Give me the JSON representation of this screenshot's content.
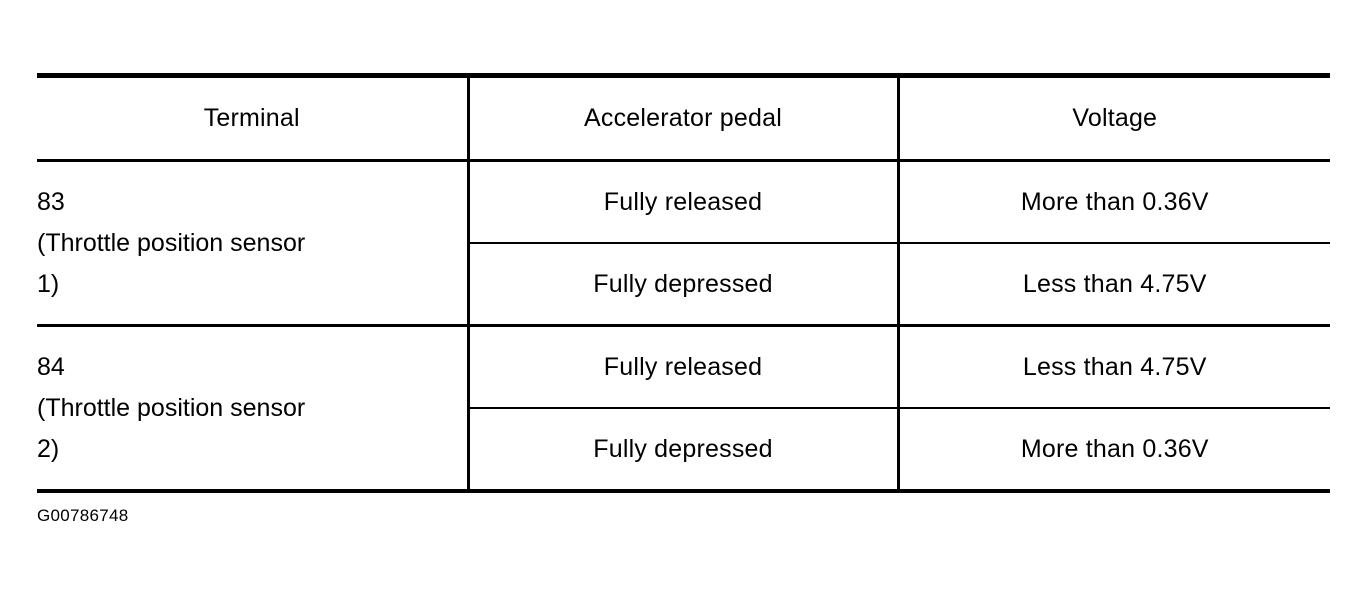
{
  "document": {
    "type": "service-manual-specification-table",
    "caption": "G00786748"
  },
  "table": {
    "columns": [
      {
        "key": "terminal",
        "header": "Terminal",
        "align": "left"
      },
      {
        "key": "pedal",
        "header": "Accelerator pedal",
        "align": "center"
      },
      {
        "key": "voltage",
        "header": "Voltage",
        "align": "center"
      }
    ],
    "groups": [
      {
        "terminal_lines": [
          "83",
          "(Throttle position sensor",
          "1)"
        ],
        "terminal_text": "83 (Throttle position sensor 1)",
        "rows": [
          {
            "pedal": "Fully released",
            "voltage": "More than 0.36V"
          },
          {
            "pedal": "Fully depressed",
            "voltage": "Less than 4.75V"
          }
        ]
      },
      {
        "terminal_lines": [
          "84",
          "(Throttle position sensor",
          "2)"
        ],
        "terminal_text": "84 (Throttle position sensor 2)",
        "rows": [
          {
            "pedal": "Fully released",
            "voltage": "Less than 4.75V"
          },
          {
            "pedal": "Fully depressed",
            "voltage": "More than 0.36V"
          }
        ]
      }
    ]
  },
  "colors": {
    "background": "#ffffff",
    "ink": "#000000"
  }
}
